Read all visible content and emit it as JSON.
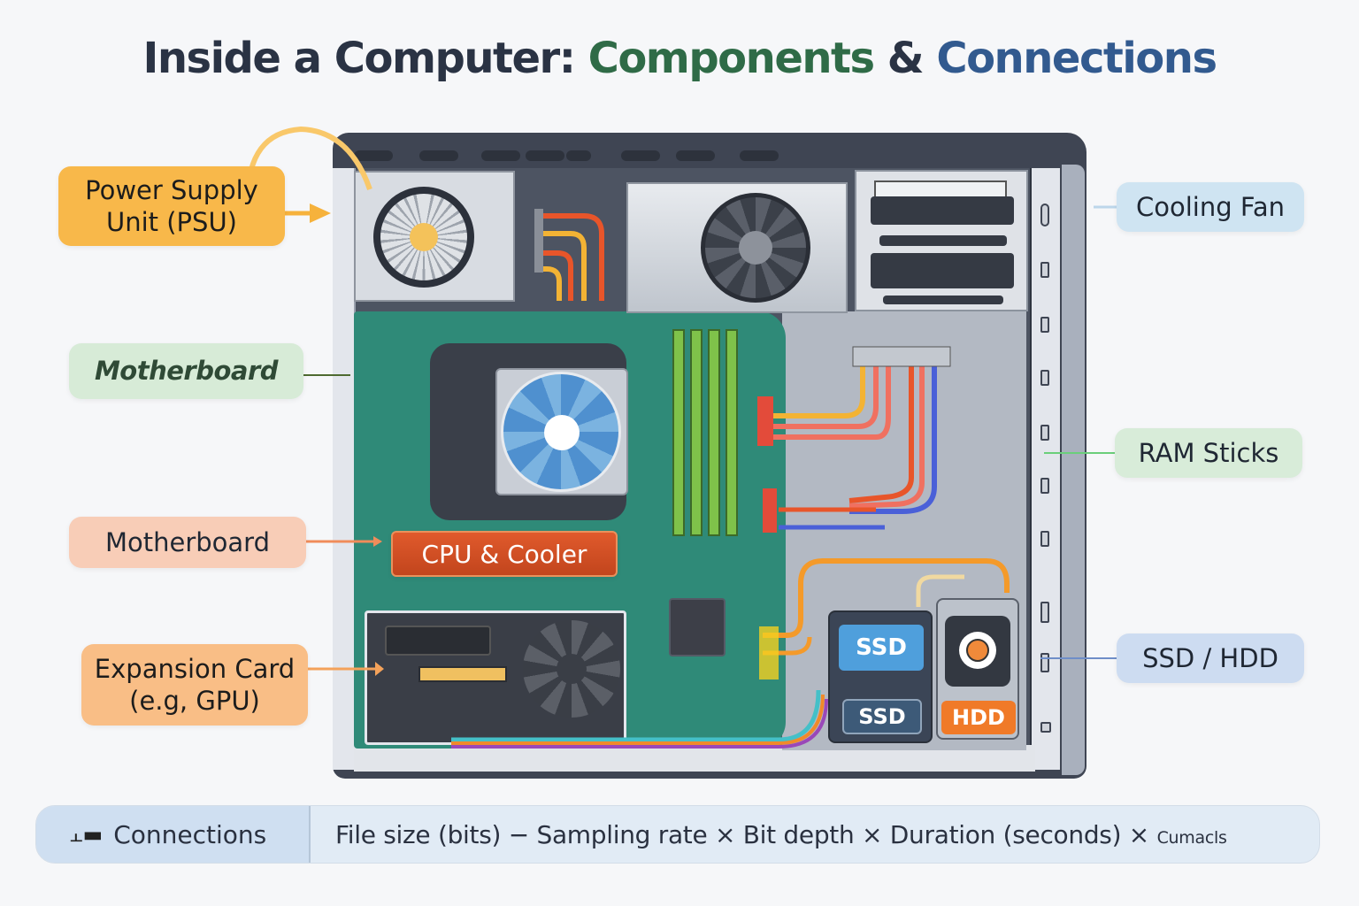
{
  "title": {
    "part1": "Inside a Computer: ",
    "part2": "Components",
    "part3": " & ",
    "part4": "Connections"
  },
  "colors": {
    "title_dark": "#2a3344",
    "title_green": "#2f6b47",
    "title_blue": "#325a8f"
  },
  "labels": {
    "psu": "Power Supply Unit (PSU)",
    "motherboard_top": "Motherboard",
    "motherboard_bottom": "Motherboard",
    "expansion_card_line1": "Expansion Card",
    "expansion_card_line2": "(e.g, GPU)",
    "cpu_cooler": "CPU & Cooler",
    "cooling_fan": "Cooling Fan",
    "ram_sticks": "RAM Sticks",
    "ssd_hdd": "SSD / HDD"
  },
  "drives": {
    "ssd_top": "SSD",
    "ssd_bottom": "SSD",
    "hdd": "HDD"
  },
  "legend": {
    "icon": "connector-icon",
    "heading": "Connections",
    "formula": "File size (bits) − Sampling rate × Bit depth × Duration (seconds) ×",
    "formula_tail": "Cumacls"
  }
}
